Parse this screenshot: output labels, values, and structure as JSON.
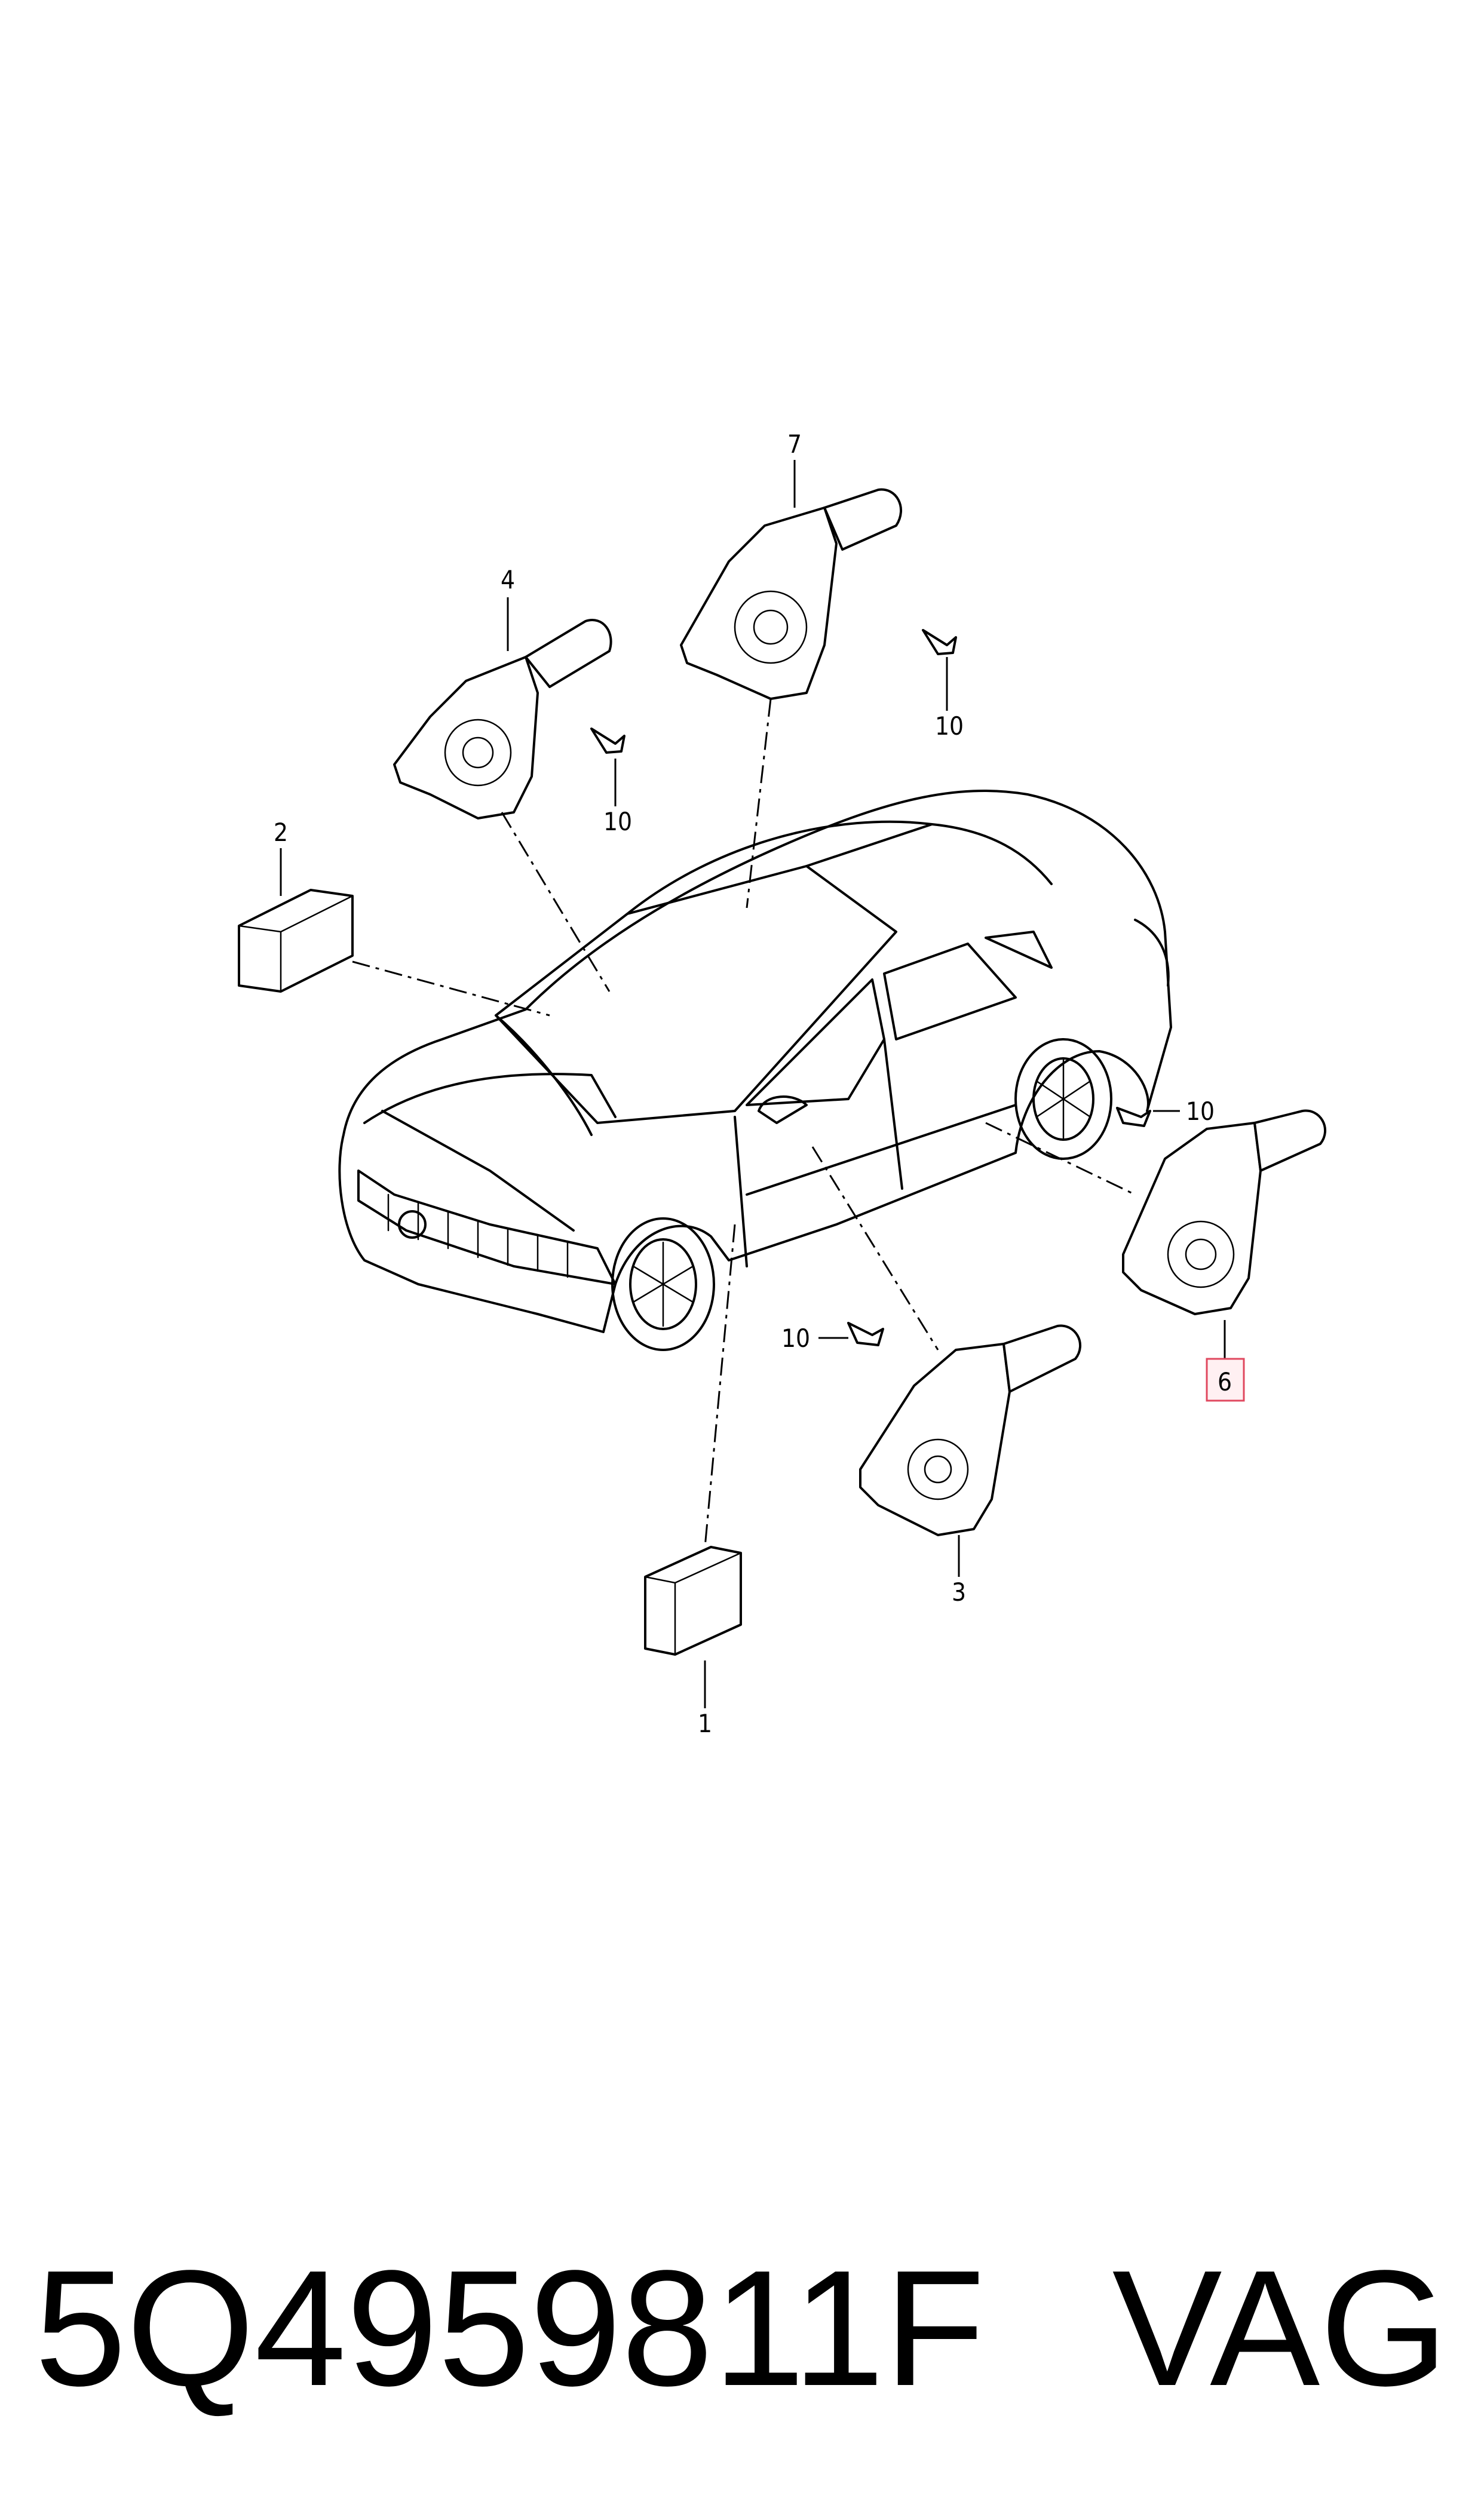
{
  "diagram": {
    "callouts": {
      "c1": "1",
      "c2": "2",
      "c3": "3",
      "c4": "4",
      "c6": "6",
      "c7": "7",
      "c10a": "10",
      "c10b": "10",
      "c10c": "10",
      "c10d": "10"
    },
    "highlighted_callout": "6",
    "highlight_color": "#e0485f"
  },
  "footer": {
    "part_number": "5Q4959811F",
    "brand": "VAG"
  }
}
